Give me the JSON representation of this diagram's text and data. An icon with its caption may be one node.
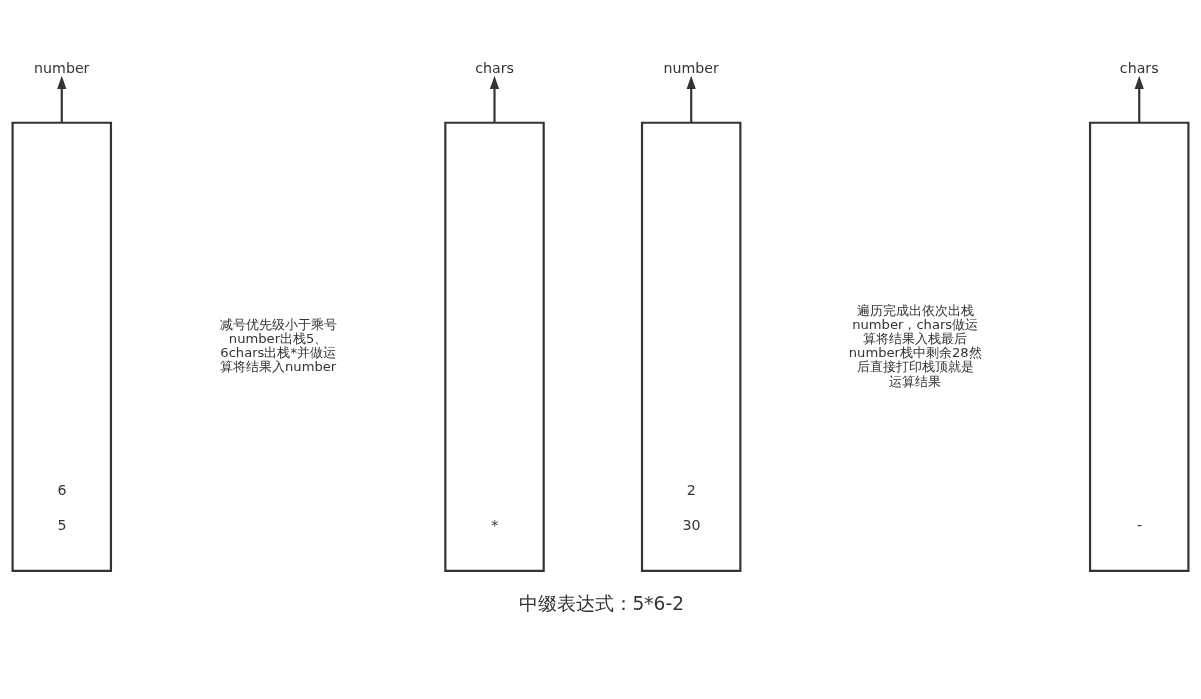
{
  "diagram": {
    "caption": "中缀表达式：5*6-2",
    "nodes": [
      {
        "text": [
          "number"
        ]
      },
      {
        "text": [
          "chars"
        ]
      },
      {
        "text": [
          "number"
        ]
      },
      {
        "text": [
          "chars"
        ]
      },
      {
        "text": [
          "6",
          "5"
        ]
      },
      {
        "text": [
          "*"
        ]
      },
      {
        "text": [
          "2",
          "30"
        ]
      },
      {
        "text": [
          "-"
        ]
      }
    ],
    "edges": [
      {
        "from": 4,
        "to": 0,
        "arrow": "to"
      },
      {
        "from": 5,
        "to": 1,
        "arrow": "to"
      },
      {
        "from": 6,
        "to": 2,
        "arrow": "to"
      },
      {
        "from": 7,
        "to": 3,
        "arrow": "to"
      }
    ],
    "labels": [
      "减号优先级小于乘号number出栈5、6chars出栈*并做运算将结果入number",
      "遍历完成出依次出栈number，chars做运算将结果入栈最后number栈中剩余28然后直接打印栈顶就是运算结果"
    ]
  }
}
